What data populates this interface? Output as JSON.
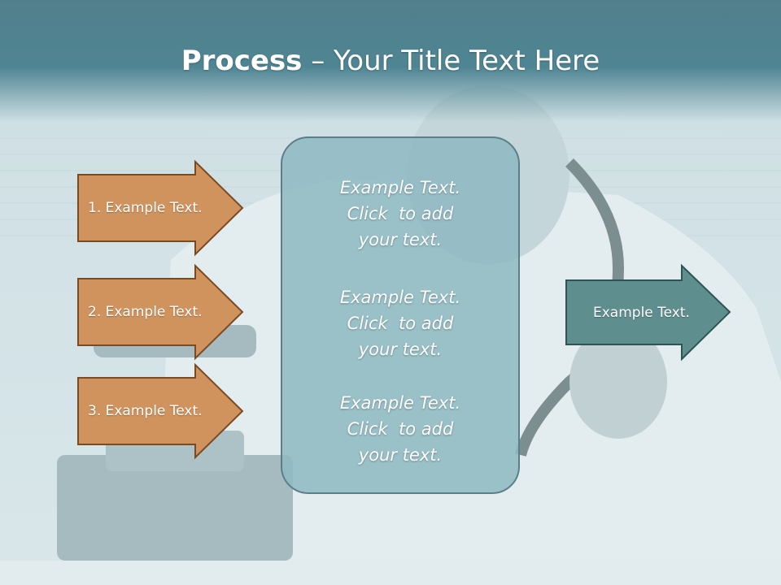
{
  "slide": {
    "title_bold": "Process",
    "title_rest": " – Your Title Text Here"
  },
  "left_arrows": [
    {
      "label": "1. Example Text."
    },
    {
      "label": "2. Example Text."
    },
    {
      "label": "3. Example Text."
    }
  ],
  "center_box": {
    "blocks": [
      {
        "lines": [
          "Example Text.",
          "Click  to add",
          "your text."
        ]
      },
      {
        "lines": [
          "Example Text.",
          "Click  to add",
          "your text."
        ]
      },
      {
        "lines": [
          "Example Text.",
          "Click  to add",
          "your text."
        ]
      }
    ]
  },
  "right_arrow": {
    "label": "Example Text."
  },
  "colors": {
    "orange_arrow_fill": "#d0935e",
    "orange_arrow_stroke": "#7a4a22",
    "teal_arrow_fill": "#5f8e8e",
    "teal_arrow_stroke": "#2f5454",
    "header_teal": "#4f8593"
  }
}
